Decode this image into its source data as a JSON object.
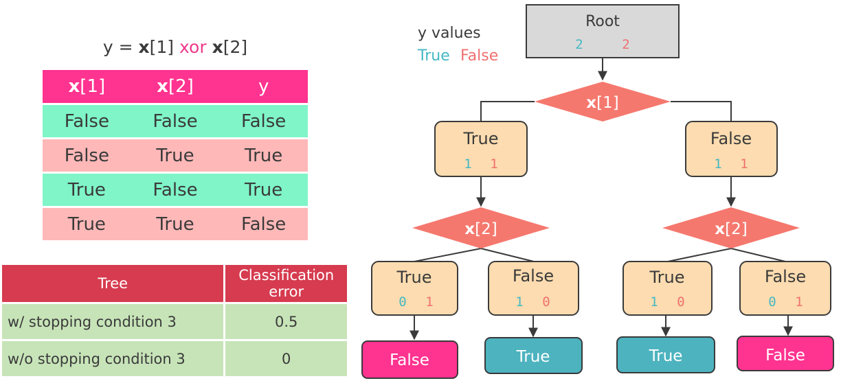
{
  "formula": {
    "y": "y =",
    "x1": "x",
    "x1idx": "[1]",
    "op": "xor",
    "x2": "x",
    "x2idx": "[2]"
  },
  "truth_table": {
    "headers": [
      {
        "bold": "x",
        "rest": "[1]"
      },
      {
        "bold": "x",
        "rest": "[2]"
      },
      {
        "bold": "",
        "rest": "y"
      }
    ],
    "rows": [
      [
        "False",
        "False",
        "False"
      ],
      [
        "False",
        "True",
        "True"
      ],
      [
        "True",
        "False",
        "True"
      ],
      [
        "True",
        "True",
        "False"
      ]
    ]
  },
  "error_table": {
    "headers": [
      "Tree",
      "Classification error"
    ],
    "rows": [
      {
        "label": "w/ stopping condition 3",
        "value": "0.5"
      },
      {
        "label": "w/o  stopping condition 3",
        "value": "0"
      }
    ]
  },
  "legend": {
    "title": "y values",
    "true_label": "True",
    "false_label": "False"
  },
  "colors": {
    "true_count": "#45b8c4",
    "false_count": "#f07070",
    "root_fill": "#d9d9d9",
    "diamond_fill": "#f5786e",
    "node_fill": "#fcdcb0",
    "leaf_false": "#ff3390",
    "leaf_true": "#4db3bf"
  },
  "tree": {
    "root": {
      "label": "Root",
      "true_count": "2",
      "false_count": "2"
    },
    "split1": {
      "bold": "x",
      "rest": "[1]"
    },
    "left": {
      "label": "True",
      "true_count": "1",
      "false_count": "1"
    },
    "right": {
      "label": "False",
      "true_count": "1",
      "false_count": "1"
    },
    "split2_left": {
      "bold": "x",
      "rest": "[2]"
    },
    "split2_right": {
      "bold": "x",
      "rest": "[2]"
    },
    "ll": {
      "label": "True",
      "true_count": "0",
      "false_count": "1",
      "leaf": "False"
    },
    "lr": {
      "label": "False",
      "true_count": "1",
      "false_count": "0",
      "leaf": "True"
    },
    "rl": {
      "label": "True",
      "true_count": "1",
      "false_count": "0",
      "leaf": "True"
    },
    "rr": {
      "label": "False",
      "true_count": "0",
      "false_count": "1",
      "leaf": "False"
    }
  }
}
